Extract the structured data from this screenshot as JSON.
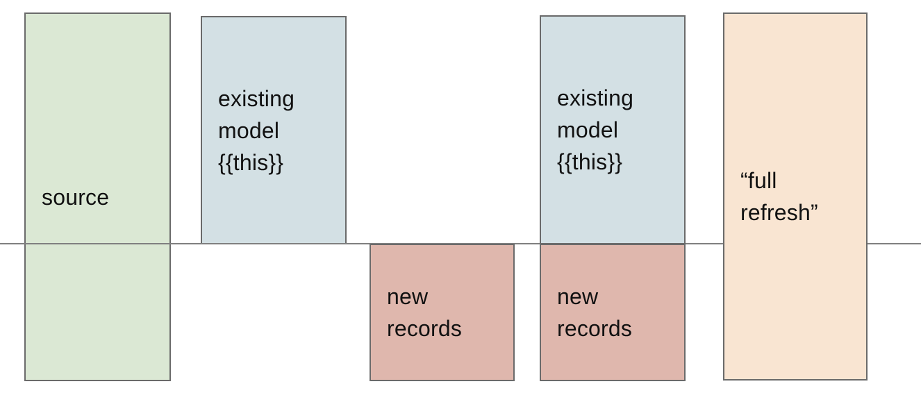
{
  "diagram": {
    "background": "#ffffff",
    "border_color": "#6a6a6a",
    "text_color": "#111111",
    "baseline": {
      "color": "#808080"
    },
    "boxes": [
      {
        "id": "source",
        "label": "source",
        "fill": "#dbe8d4"
      },
      {
        "id": "existing-model-left",
        "label": "existing\nmodel\n{{this}}",
        "fill": "#d3e0e4"
      },
      {
        "id": "new-records-left",
        "label": "new\nrecords",
        "fill": "#dfb7ad"
      },
      {
        "id": "existing-model-right",
        "label": "existing\nmodel\n{{this}}",
        "fill": "#d3e0e4"
      },
      {
        "id": "new-records-right",
        "label": "new\nrecords",
        "fill": "#dfb7ad"
      },
      {
        "id": "full-refresh",
        "label": "“full\nrefresh”",
        "fill": "#f9e5d2"
      }
    ]
  }
}
